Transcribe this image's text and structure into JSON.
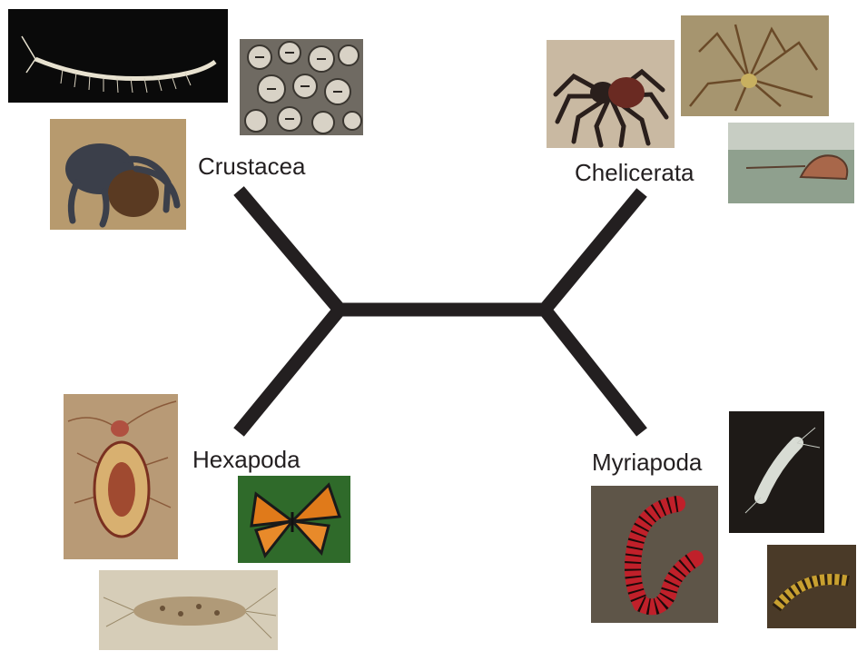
{
  "tree": {
    "branch_color": "#231f20",
    "clades": [
      {
        "name": "Crustacea"
      },
      {
        "name": "Chelicerata"
      },
      {
        "name": "Hexapoda"
      },
      {
        "name": "Myriapoda"
      }
    ]
  },
  "photos": [
    {
      "clade": "Crustacea",
      "subject": "remipede",
      "bg": "#0a0a0a"
    },
    {
      "clade": "Crustacea",
      "subject": "barnacles",
      "bg": "#6f6a62"
    },
    {
      "clade": "Crustacea",
      "subject": "coconut crab",
      "bg": "#b79a6e"
    },
    {
      "clade": "Chelicerata",
      "subject": "tarantula",
      "bg": "#c9b9a2"
    },
    {
      "clade": "Chelicerata",
      "subject": "harvestman",
      "bg": "#a6956f"
    },
    {
      "clade": "Chelicerata",
      "subject": "horseshoe crab",
      "bg": "#8fa08e"
    },
    {
      "clade": "Hexapoda",
      "subject": "booklouse",
      "bg": "#b89a76"
    },
    {
      "clade": "Hexapoda",
      "subject": "monarch butterfly",
      "bg": "#2f6a2a"
    },
    {
      "clade": "Hexapoda",
      "subject": "silverfish",
      "bg": "#d6cdb8"
    },
    {
      "clade": "Myriapoda",
      "subject": "symphylan",
      "bg": "#1e1a17"
    },
    {
      "clade": "Myriapoda",
      "subject": "millipede",
      "bg": "#5e5548"
    },
    {
      "clade": "Myriapoda",
      "subject": "centipede",
      "bg": "#4a3a28"
    }
  ]
}
